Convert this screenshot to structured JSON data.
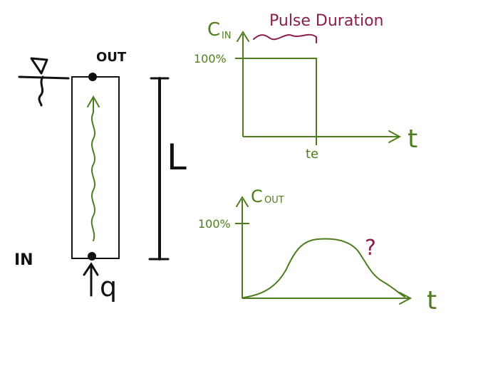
{
  "column": {
    "top_label": "OUT",
    "bottom_label": "IN",
    "flow_symbol": "q",
    "length_symbol": "L",
    "water_table_symbol": "∇"
  },
  "input_graph": {
    "y_label": "C",
    "y_label_subscript": "IN",
    "y_tick_label": "100%",
    "x_tick_label": "te",
    "x_axis_label": "t",
    "annotation": "Pulse Duration"
  },
  "output_graph": {
    "y_label": "C",
    "y_label_subscript": "OUT",
    "y_tick_label": "100%",
    "x_axis_label": "t",
    "annotation": "?"
  },
  "colors": {
    "black_ink": "#111111",
    "green_ink": "#4e7d1f",
    "maroon_ink": "#8a1f4a"
  }
}
